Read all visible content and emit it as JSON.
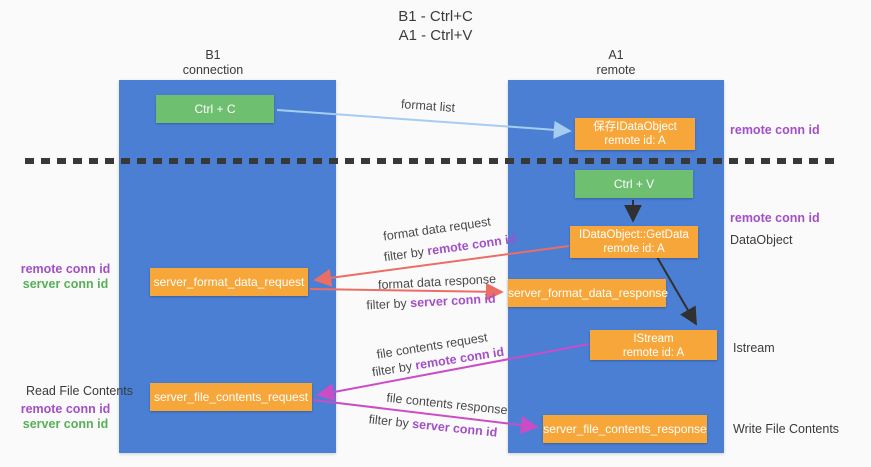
{
  "title": {
    "line1": "B1 - Ctrl+C",
    "line2": "A1 - Ctrl+V"
  },
  "lanes": {
    "left": {
      "name_line1": "B1",
      "name_line2": "connection"
    },
    "right": {
      "name_line1": "A1",
      "name_line2": "remote"
    }
  },
  "nodes": {
    "ctrl_c": {
      "label": "Ctrl + C"
    },
    "ctrl_v": {
      "label": "Ctrl + V"
    },
    "save_dataobject": {
      "line1": "保存IDataObject",
      "line2": "remote id: A"
    },
    "getdata": {
      "line1": "IDataObject::GetData",
      "line2": "remote id: A"
    },
    "istream": {
      "line1": "IStream",
      "line2": "remote id: A"
    },
    "server_format_data_request": {
      "label": "server_format_data_request"
    },
    "server_format_data_response": {
      "label": "server_format_data_response"
    },
    "server_file_contents_request": {
      "label": "server_file_contents_request"
    },
    "server_file_contents_response": {
      "label": "server_file_contents_response"
    }
  },
  "flow_labels": {
    "format_list": "format list",
    "format_data_request": "format data request",
    "format_data_response": "format data response",
    "file_contents_request": "file contents request",
    "file_contents_response": "file contents response",
    "filter_by": "filter by",
    "remote_conn_id": "remote conn id",
    "server_conn_id": "server conn id"
  },
  "annotations": {
    "right_top_remote_conn_id": "remote conn id",
    "right_mid_remote_conn_id": "remote conn id",
    "dataobject": "DataObject",
    "istream": "Istream",
    "write_file_contents": "Write File Contents",
    "read_file_contents": "Read File Contents",
    "left_mid_remote_conn_id": "remote conn id",
    "left_mid_server_conn_id": "server conn id",
    "left_bottom_remote_conn_id": "remote conn id",
    "left_bottom_server_conn_id": "server conn id"
  },
  "colors": {
    "lane_blue": "#4a7fd4",
    "node_orange": "#f7a73a",
    "node_green": "#6ebf70",
    "purple_text": "#a24fc8",
    "green_text": "#57b057",
    "arrow_red": "#ea6d66",
    "arrow_magenta": "#ca4dc6",
    "arrow_light_blue": "#a5cdf2",
    "arrow_black": "#303030"
  }
}
